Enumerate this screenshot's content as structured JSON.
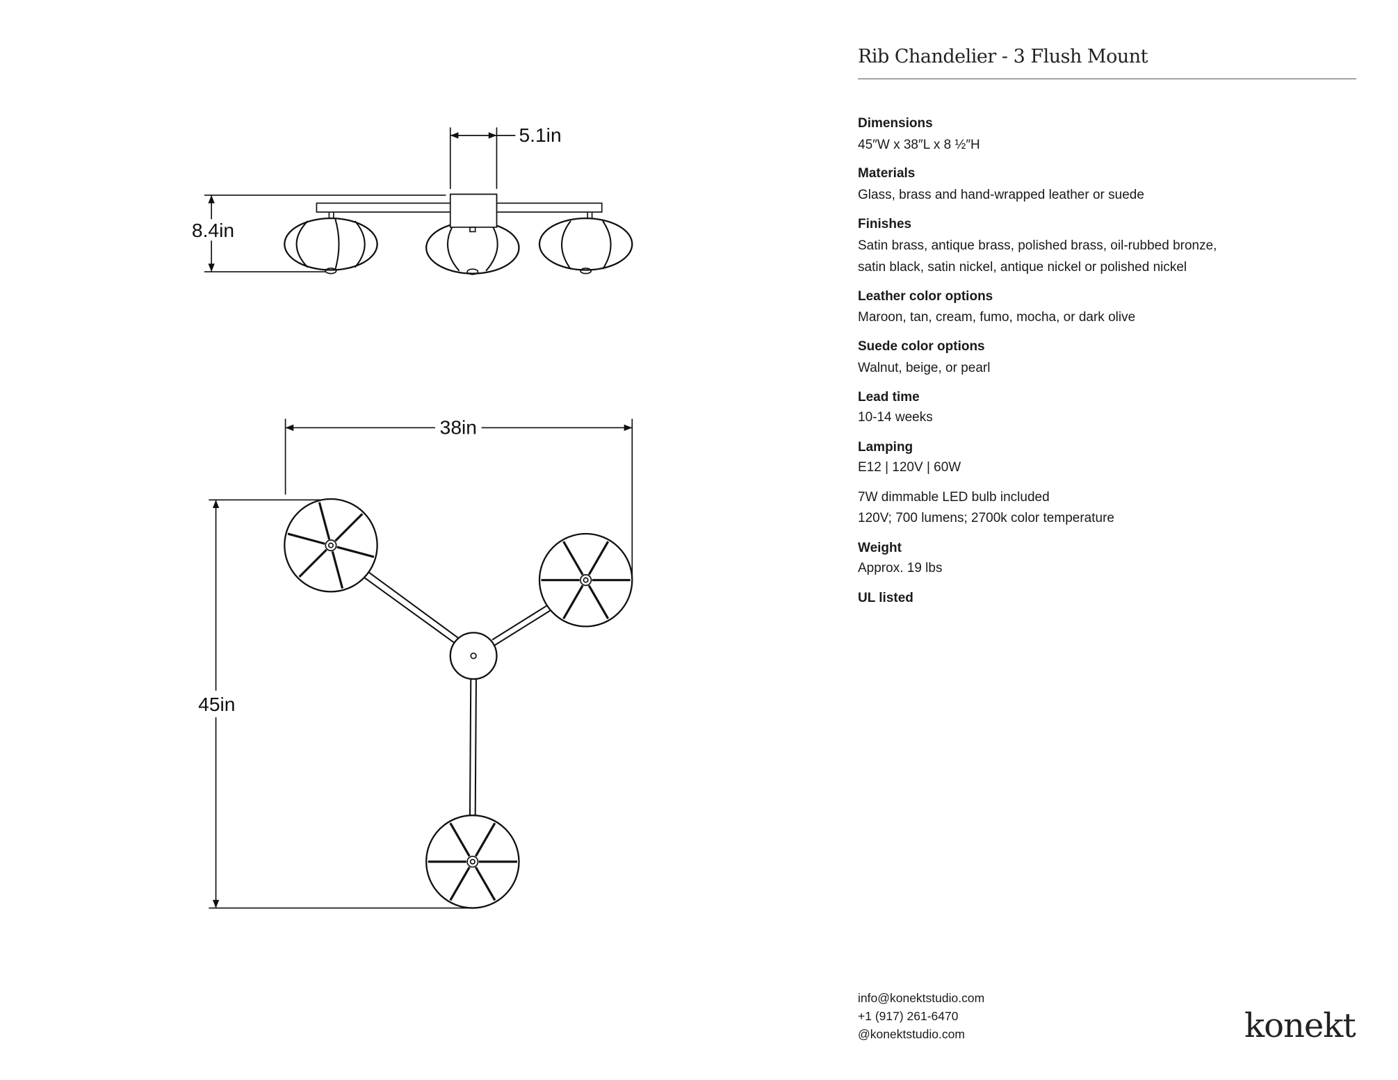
{
  "title": "Rib Chandelier - 3 Flush Mount",
  "specs": [
    {
      "label": "Dimensions",
      "lines": [
        "45″W x 38″L x 8 ½″H"
      ]
    },
    {
      "label": "Materials",
      "lines": [
        "Glass, brass and hand-wrapped leather or suede"
      ]
    },
    {
      "label": "Finishes",
      "lines": [
        "Satin brass, antique brass, polished brass, oil-rubbed bronze,",
        "satin black, satin nickel, antique nickel or polished nickel"
      ]
    },
    {
      "label": "Leather color options",
      "lines": [
        "Maroon, tan, cream, fumo, mocha, or dark olive"
      ]
    },
    {
      "label": "Suede color options",
      "lines": [
        "Walnut, beige, or pearl"
      ]
    },
    {
      "label": "Lead time",
      "lines": [
        "10-14 weeks"
      ]
    },
    {
      "label": "Lamping",
      "lines": [
        "E12 | 120V | 60W"
      ]
    },
    {
      "label": "",
      "lines": [
        "7W dimmable LED bulb included",
        "120V; 700 lumens; 2700k color temperature"
      ]
    },
    {
      "label": "Weight",
      "lines": [
        "Approx. 19 lbs"
      ]
    },
    {
      "label": "UL listed",
      "lines": []
    }
  ],
  "dimensions": {
    "canopy_width": "5.1in",
    "height": "8.4in",
    "width": "38in",
    "length": "45in"
  },
  "contact": {
    "email": "info@konektstudio.com",
    "phone": "+1 (917) 261-6470",
    "social": "@konektstudio.com"
  },
  "logo": "konekt"
}
